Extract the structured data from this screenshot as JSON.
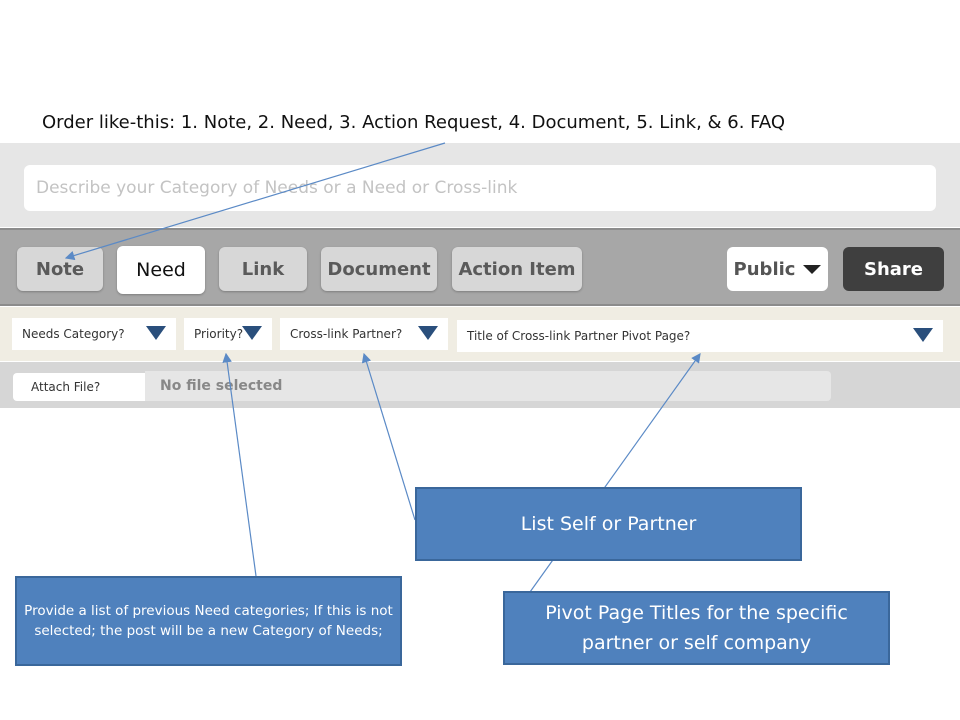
{
  "order_note": "Order like-this: 1. Note, 2. Need, 3. Action Request, 4. Document, 5. Link, & 6. FAQ",
  "compose": {
    "placeholder": "Describe your Category of Needs or a Need or Cross-link"
  },
  "toolbar": {
    "types": {
      "note": "Note",
      "need": "Need",
      "link": "Link",
      "document": "Document",
      "action_item": "Action Item"
    },
    "selected_type": "Need",
    "visibility": "Public",
    "share_label": "Share"
  },
  "filters": {
    "needs_category": "Needs Category?",
    "priority": "Priority?",
    "crosslink_partner": "Cross-link Partner?",
    "pivot_page_title": "Title of Cross-link Partner Pivot Page?"
  },
  "attachment": {
    "label": "Attach File?",
    "status": "No file selected"
  },
  "callouts": {
    "list_self": "List Self or Partner",
    "categories": "Provide a list of previous Need categories; If this is not selected; the post will be a new Category of Needs;",
    "pivot": "Pivot Page Titles for the specific partner or self company"
  },
  "colors": {
    "callout": "#4f81bd",
    "arrow": "#5b8ac6",
    "toolbar": "#a7a7a7",
    "share": "#3f3f3f",
    "dropdown_arrow": "#2a4f7c"
  },
  "icons": {
    "dropdown": "triangle-down-icon"
  }
}
